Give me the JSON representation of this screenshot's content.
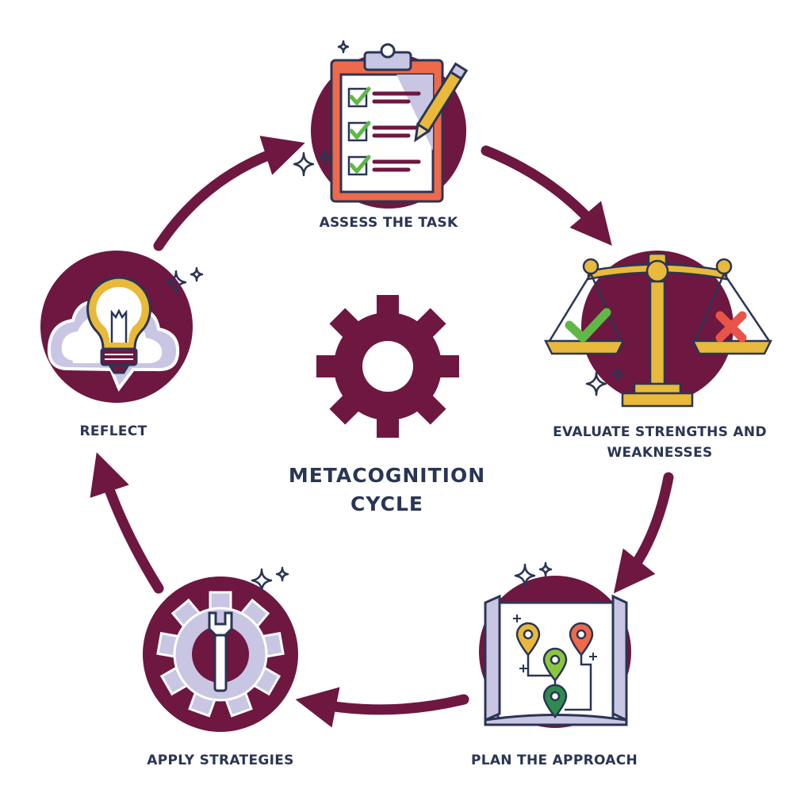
{
  "center": {
    "line1": "METACOGNITION",
    "line2": "CYCLE"
  },
  "steps": [
    {
      "label": "ASSESS THE TASK",
      "icon": "clipboard-checklist-icon"
    },
    {
      "label_line1": "EVALUATE STRENGTHS AND",
      "label_line2": "WEAKNESSES",
      "icon": "balance-scale-icon"
    },
    {
      "label": "PLAN THE APPROACH",
      "icon": "map-route-icon"
    },
    {
      "label": "APPLY STRATEGIES",
      "icon": "gear-wrench-icon"
    },
    {
      "label": "REFLECT",
      "icon": "lightbulb-icon"
    }
  ],
  "colors": {
    "maroon": "#6e1740",
    "navy": "#2a3555",
    "orange": "#ee6a4b",
    "lavender": "#c9c6e3",
    "gold": "#e8b93a",
    "green": "#5fb845",
    "red": "#e85547"
  }
}
